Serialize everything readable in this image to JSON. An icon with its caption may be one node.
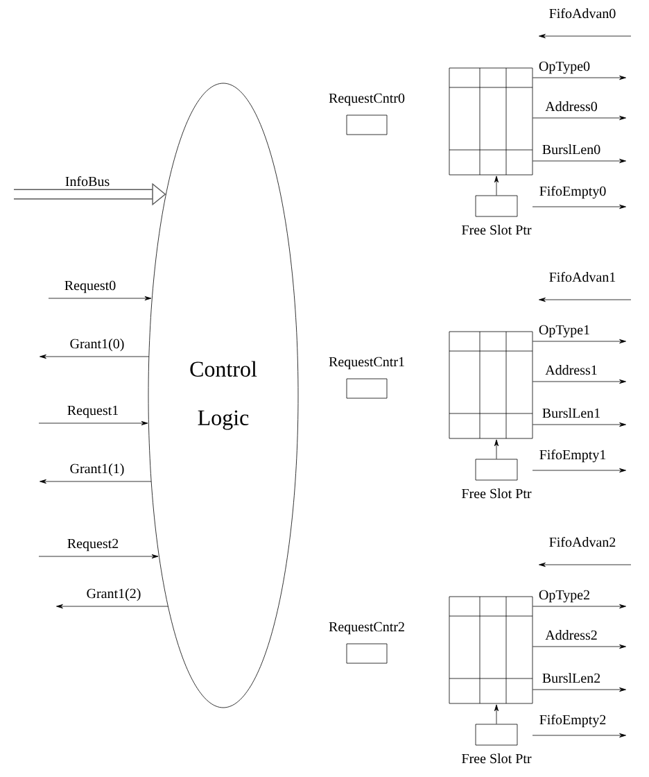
{
  "diagram": {
    "nodes": [
      {
        "text": [
          "Control Logic"
        ]
      },
      {
        "text": [
          "RequestCntr0"
        ]
      },
      {
        "text": [],
        "shape": "box"
      },
      {
        "text": [
          "Free Slot Ptr"
        ]
      },
      {
        "text": [
          "RequestCntr1"
        ]
      },
      {
        "text": [],
        "shape": "box"
      },
      {
        "text": [
          "Free Slot Ptr"
        ]
      },
      {
        "text": [
          "RequestCntr2"
        ]
      },
      {
        "text": [],
        "shape": "box"
      },
      {
        "text": [
          "Free Slot Ptr"
        ]
      }
    ],
    "edges": [
      {
        "from": null,
        "to": 0,
        "arrow": "to",
        "label": "InfoBus",
        "style": "thick"
      },
      {
        "from": null,
        "to": 0,
        "arrow": "to",
        "label": "Request0"
      },
      {
        "from": 0,
        "to": null,
        "arrow": "to",
        "label": "Grant1(0)"
      },
      {
        "from": null,
        "to": 0,
        "arrow": "to",
        "label": "Request1"
      },
      {
        "from": 0,
        "to": null,
        "arrow": "to",
        "label": "Grant1(1)"
      },
      {
        "from": null,
        "to": 0,
        "arrow": "to",
        "label": "Request2"
      },
      {
        "from": 0,
        "to": null,
        "arrow": "to",
        "label": "Grant1(2)"
      },
      {
        "from": 3,
        "to": 2,
        "arrow": "to"
      },
      {
        "from": 2,
        "to": null,
        "arrow": "to",
        "label": "OpType0"
      },
      {
        "from": 2,
        "to": null,
        "arrow": "to",
        "label": "Address0"
      },
      {
        "from": 2,
        "to": null,
        "arrow": "to",
        "label": "BurslLen0"
      },
      {
        "from": 6,
        "to": 5,
        "arrow": "to"
      },
      {
        "from": 5,
        "to": null,
        "arrow": "to",
        "label": "OpType1"
      },
      {
        "from": 5,
        "to": null,
        "arrow": "to",
        "label": "Address1"
      },
      {
        "from": 5,
        "to": null,
        "arrow": "to",
        "label": "BurslLen1"
      },
      {
        "from": 9,
        "to": 8,
        "arrow": "to"
      },
      {
        "from": 8,
        "to": null,
        "arrow": "to",
        "label": "OpType2"
      },
      {
        "from": 8,
        "to": null,
        "arrow": "to",
        "label": "Address2"
      },
      {
        "from": 8,
        "to": null,
        "arrow": "to",
        "label": "BurslLen2"
      }
    ],
    "labels": [
      "FifoAdvan0",
      "FifoEmpty0",
      "FifoAdvan1",
      "FifoEmpty1",
      "FifoAdvan2",
      "FifoEmpty2"
    ]
  }
}
